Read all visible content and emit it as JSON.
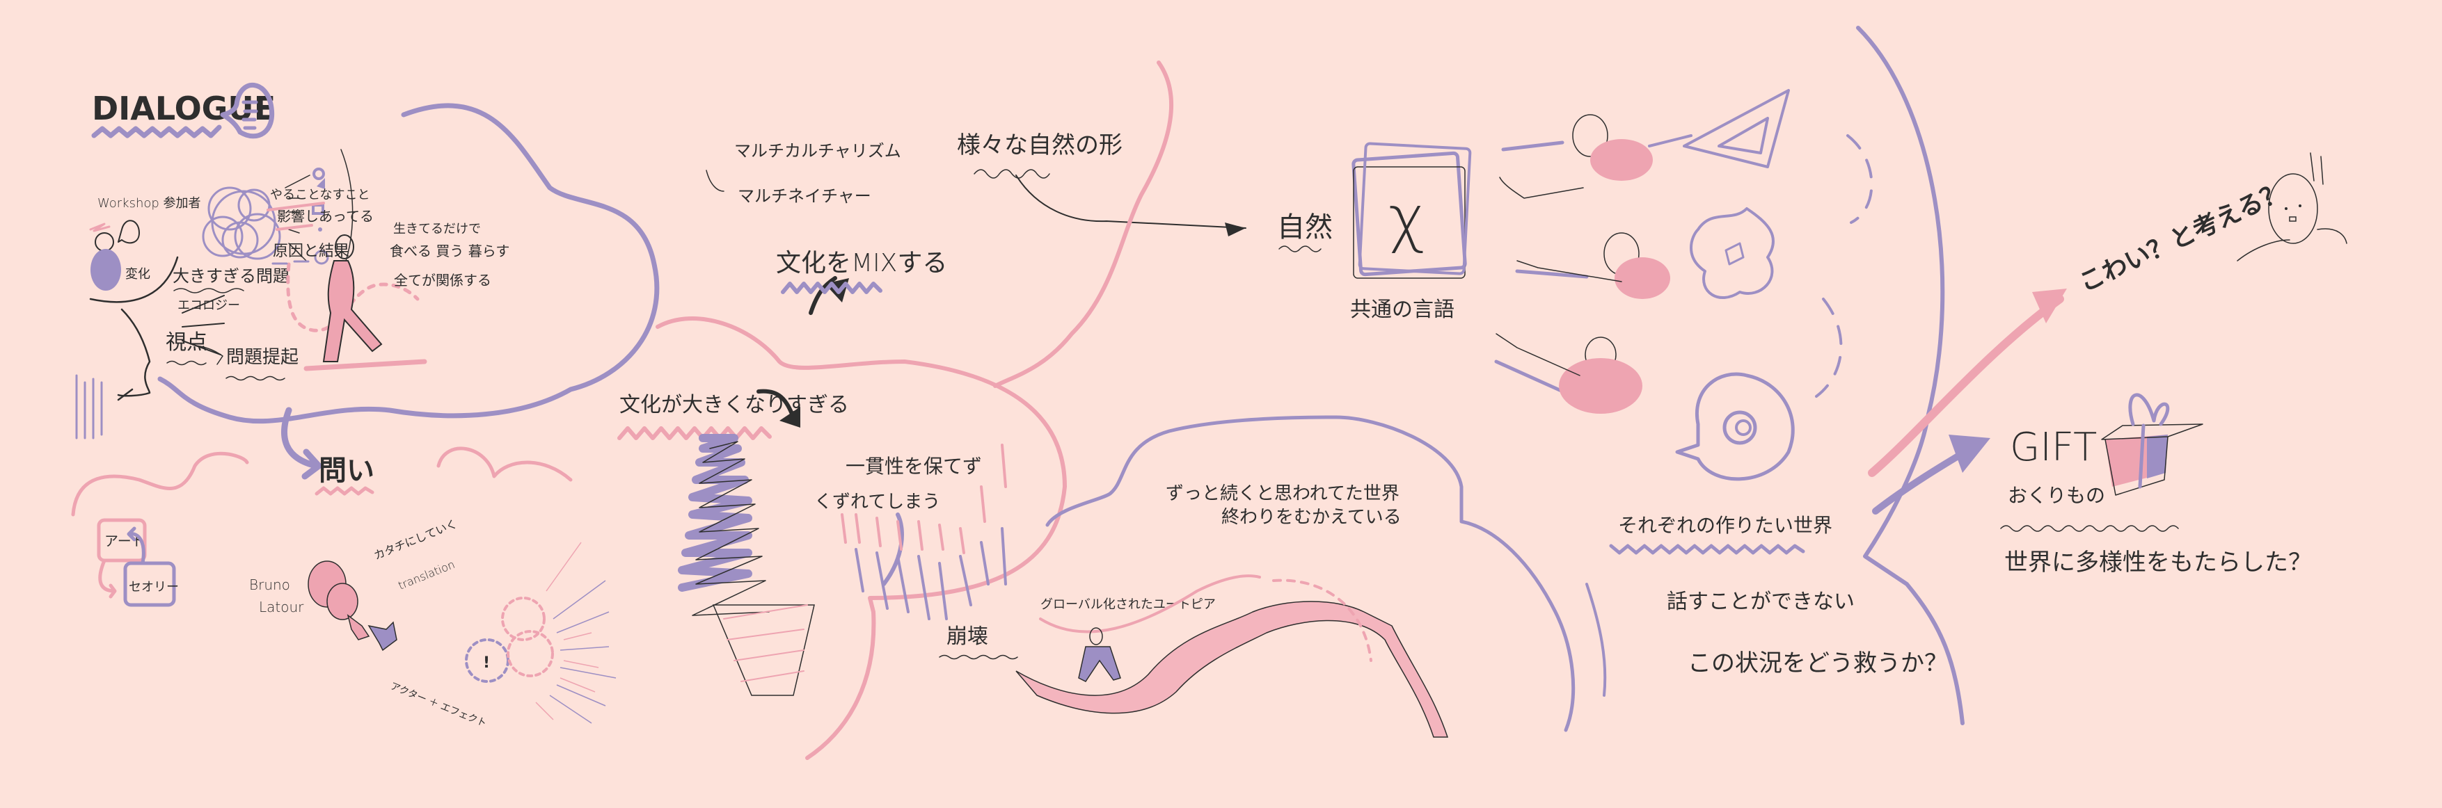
{
  "colors": {
    "background": "#fde2da",
    "purple": "#9d8fc4",
    "pink": "#eea4b1",
    "ink": "#2e2e2e"
  },
  "dialogue": {
    "title": "DIALOGUE",
    "participants": "Workshop 参加者",
    "change": "変化",
    "big_problem": "大きすぎる問題",
    "ecology": "エコロジー",
    "influence_1": "やることなすこと",
    "influence_2": "影響しあってる",
    "cause_effect": "原因と結果",
    "living_1": "生きてるだけで",
    "living_2": "食べる 買う 暮らす",
    "living_3": "全てが関係する",
    "viewpoint": "視点",
    "problem_raising": "問題提起",
    "question": "問い"
  },
  "latour": {
    "art": "アート",
    "theory": "セオリー",
    "name_1": "Bruno",
    "name_2": "Latour",
    "shaping": "カタチにしていく",
    "translation": "translation",
    "actor": "アクター ＋ エフェクト"
  },
  "culture": {
    "multiculturalism": "マルチカルチャリズム",
    "multinature": "マルチネイチャー",
    "forms_of_nature": "様々な自然の形",
    "mix": "文化をMIXする",
    "too_big": "文化が大きくなりすぎる",
    "inconsistent": "一貫性を保てず",
    "collapsing": "くずれてしまう",
    "collapse": "崩壊",
    "world_1": "ずっと続くと思われてた世界",
    "world_2": "終わりをむかえている",
    "utopia": "グローバル化されたユートピア"
  },
  "nature": {
    "label": "自然",
    "symbol": "χ",
    "common_language": "共通の言語",
    "worlds": "それぞれの作りたい世界",
    "cannot_talk": "話すことができない",
    "how_to_save": "この状況をどう救うか？"
  },
  "gift": {
    "scary": "こわい？と考える？",
    "title": "GIFT",
    "subtitle": "おくりもの",
    "question": "世界に多様性をもたらした？"
  }
}
